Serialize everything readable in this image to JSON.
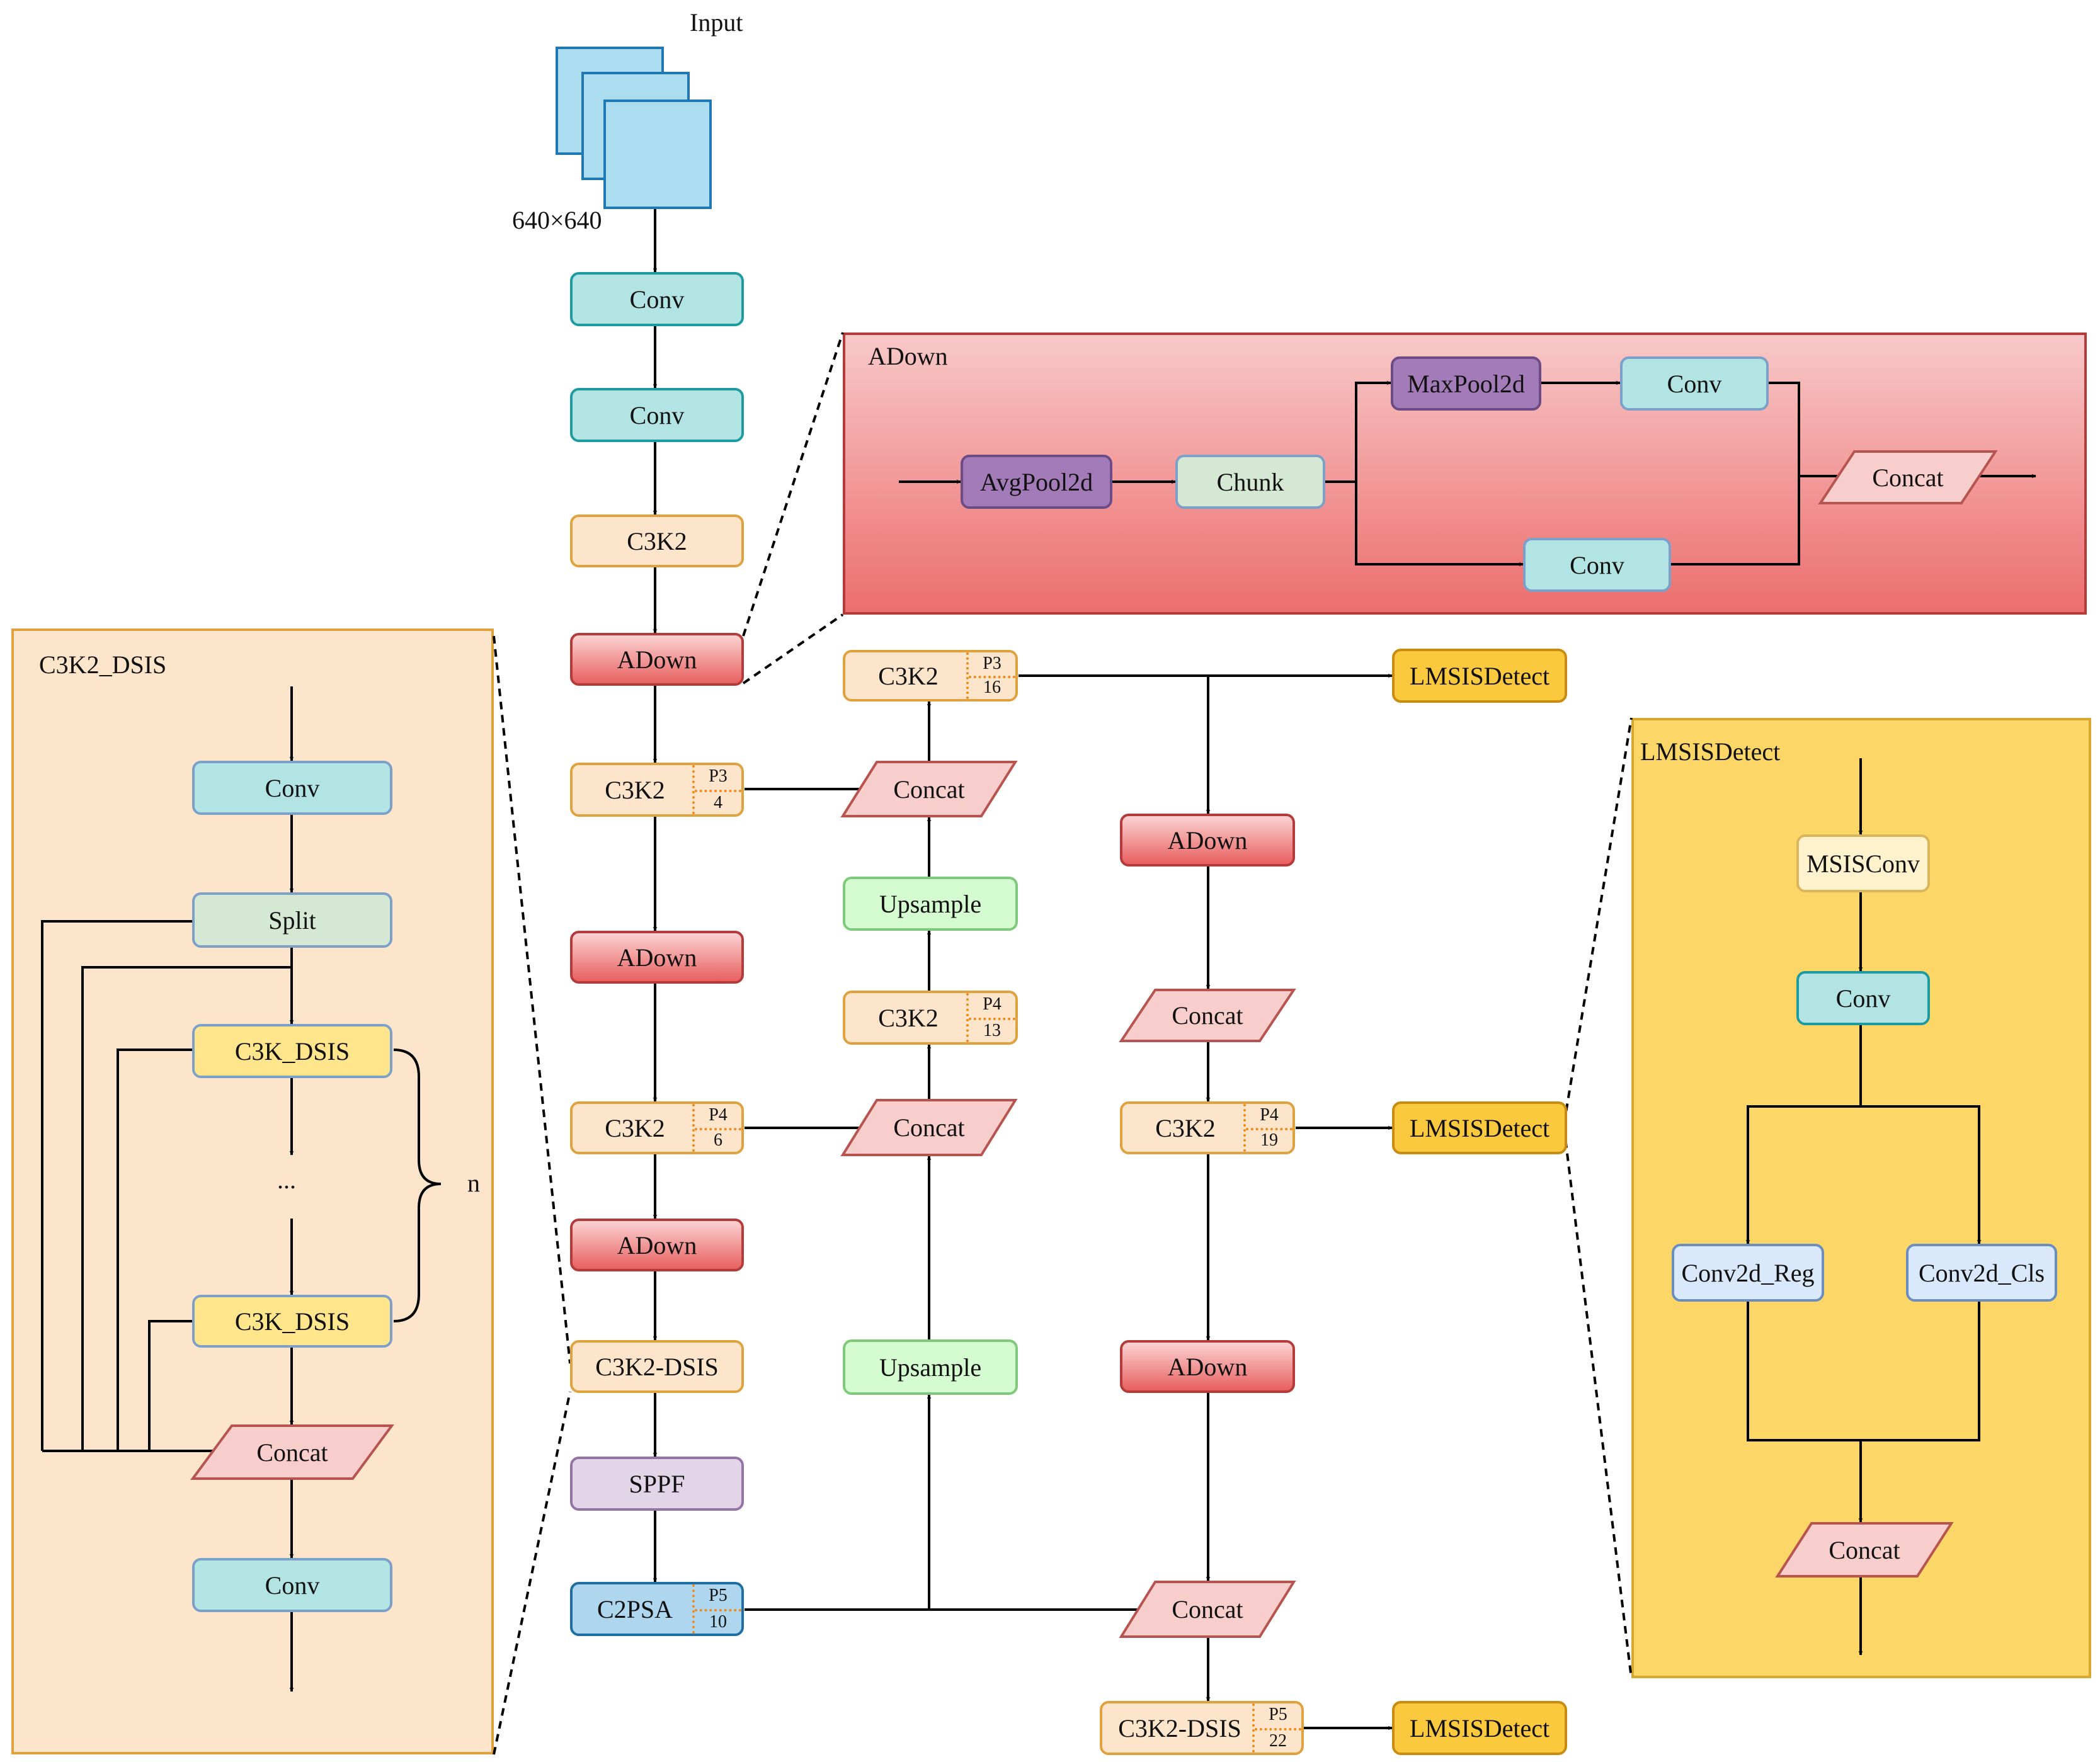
{
  "colors": {
    "teal": "#b2e4e4",
    "peach": "#fde5cc",
    "red": "#e86060",
    "purple": "#a27bb8",
    "green": "#d4fcd0",
    "lilac": "#e1d5e7",
    "blue": "#aed6ee",
    "gold": "#fbc93e",
    "concat_fill": "#f8cecc",
    "concat_stroke": "#b85450",
    "panel_adown": "#f08080",
    "panel_c3k2": "#fde5cc",
    "panel_lmsis": "#fcd666",
    "tag_divider": "#f08a1a"
  },
  "input": {
    "label": "Input",
    "size": "640×640"
  },
  "backbone": {
    "conv1": "Conv",
    "conv2": "Conv",
    "c3k2_1": "C3K2",
    "adown1": "ADown",
    "c3k2_p3": {
      "label": "C3K2",
      "level": "P3",
      "index": "4"
    },
    "adown2": "ADown",
    "c3k2_p4": {
      "label": "C3K2",
      "level": "P4",
      "index": "6"
    },
    "adown3": "ADown",
    "c3k2_dsis": "C3K2-DSIS",
    "sppf": "SPPF",
    "c2psa": {
      "label": "C2PSA",
      "level": "P5",
      "index": "10"
    }
  },
  "neck": {
    "c3k2_p3": {
      "label": "C3K2",
      "level": "P3",
      "index": "16"
    },
    "concat_top": "Concat",
    "upsample_top": "Upsample",
    "c3k2_p4": {
      "label": "C3K2",
      "level": "P4",
      "index": "13"
    },
    "concat_mid": "Concat",
    "upsample_bottom": "Upsample",
    "adown_1": "ADown",
    "concat_right1": "Concat",
    "c3k2_p4_19": {
      "label": "C3K2",
      "level": "P4",
      "index": "19"
    },
    "adown_2": "ADown",
    "concat_right2": "Concat",
    "c3k2_dsis_p5": {
      "label": "C3K2-DSIS",
      "level": "P5",
      "index": "22"
    }
  },
  "heads": {
    "detect_p3": "LMSISDetect",
    "detect_p4": "LMSISDetect",
    "detect_p5": "LMSISDetect"
  },
  "adown_panel": {
    "title": "ADown",
    "avgpool": "AvgPool2d",
    "chunk": "Chunk",
    "maxpool": "MaxPool2d",
    "conv_top": "Conv",
    "conv_bottom": "Conv",
    "concat": "Concat"
  },
  "c3k2_panel": {
    "title": "C3K2_DSIS",
    "conv_top": "Conv",
    "split": "Split",
    "c3k_1": "C3K_DSIS",
    "ellipsis": "...",
    "c3k_2": "C3K_DSIS",
    "brace_label": "n",
    "concat": "Concat",
    "conv_bottom": "Conv"
  },
  "lmsis_panel": {
    "title": "LMSISDetect",
    "msisconv": "MSISConv",
    "conv": "Conv",
    "reg": "Conv2d_Reg",
    "cls": "Conv2d_Cls",
    "concat": "Concat"
  }
}
